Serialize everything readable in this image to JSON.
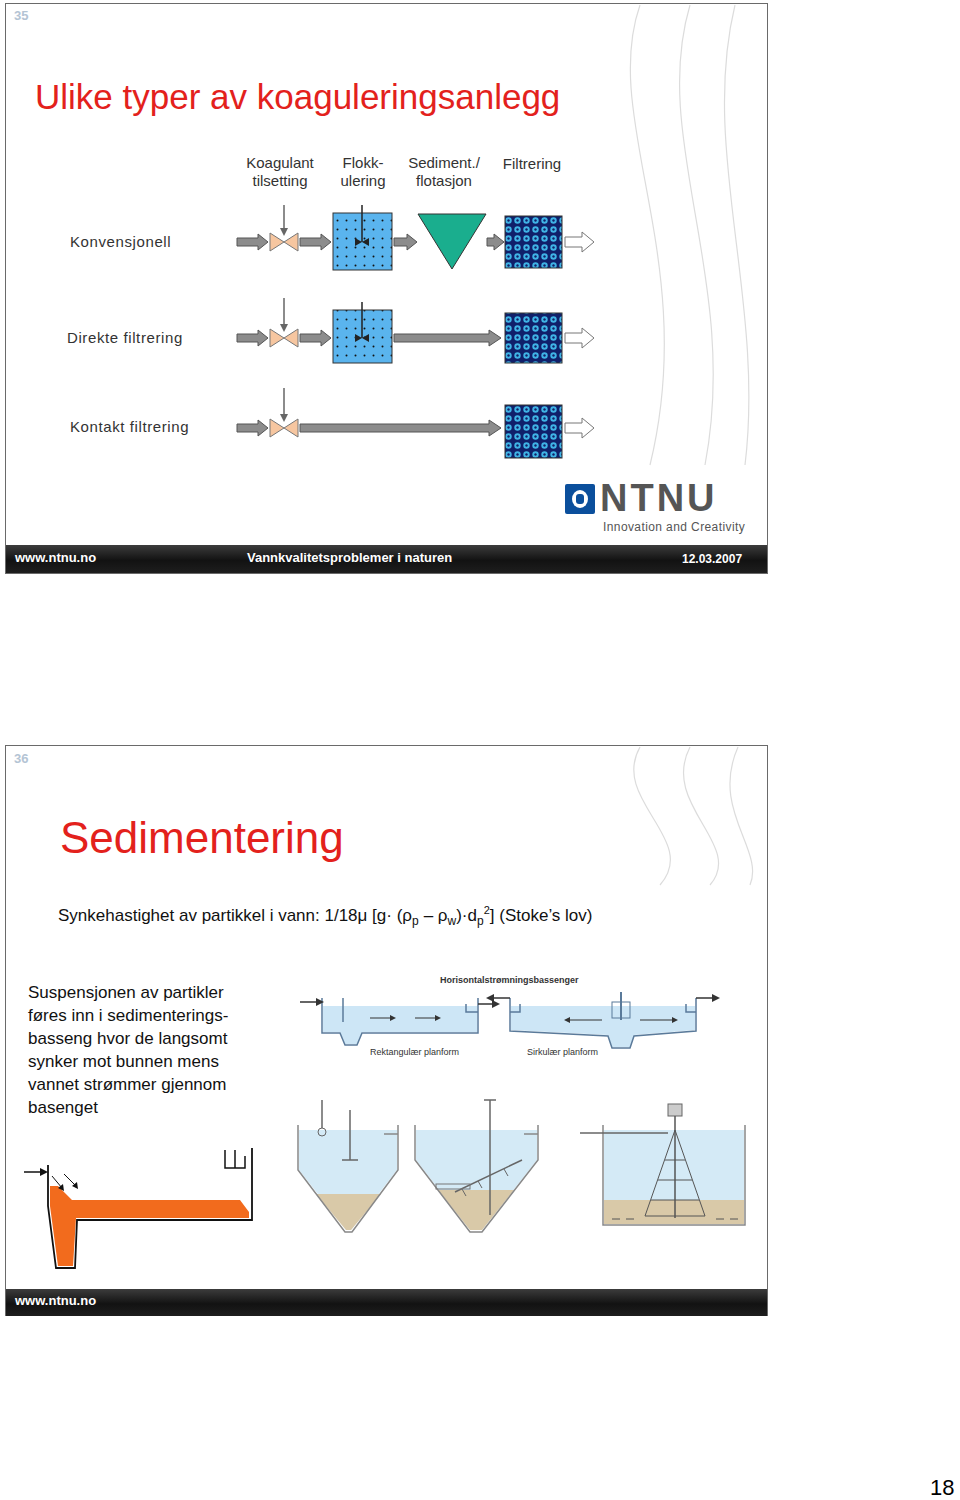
{
  "diagram": {
    "nodes": [
      {
        "text": [
          "35",
          "Ulike typer av koaguleringsanlegg"
        ]
      },
      {
        "text": [
          "www.ntnu.no",
          "Vannkvalitetsproblemer i naturen",
          "12.03.2007"
        ],
        "in": 0
      },
      {
        "text": [
          "36",
          "Sedimentering"
        ]
      },
      {
        "text": [
          "www.ntnu.no"
        ],
        "in": 2
      }
    ],
    "labels": [
      "Koagulant tilsetting",
      "Flokk- ulering",
      "Sediment./ flotasjon",
      "Filtrering",
      "Konvensjonell",
      "Direkte filtrering",
      "Kontakt filtrering",
      "NTNU",
      "Innovation and Creativity",
      "Synkehastighet av partikkel i vann: 1/18μ [g· (ρ",
      "p",
      "– ρ",
      "w",
      ")·d",
      "p",
      "2",
      "]  (Stoke’s lov)",
      "Suspensjonen av partikler føres inn i sedimenterings- basseng hvor de langsomt synker mot bunnen mens vannet strømmer gjennom basenget",
      "Horisontalstrømningsbassenger",
      "Rektangulær planform",
      "Sirkulær planform",
      "18"
    ]
  }
}
